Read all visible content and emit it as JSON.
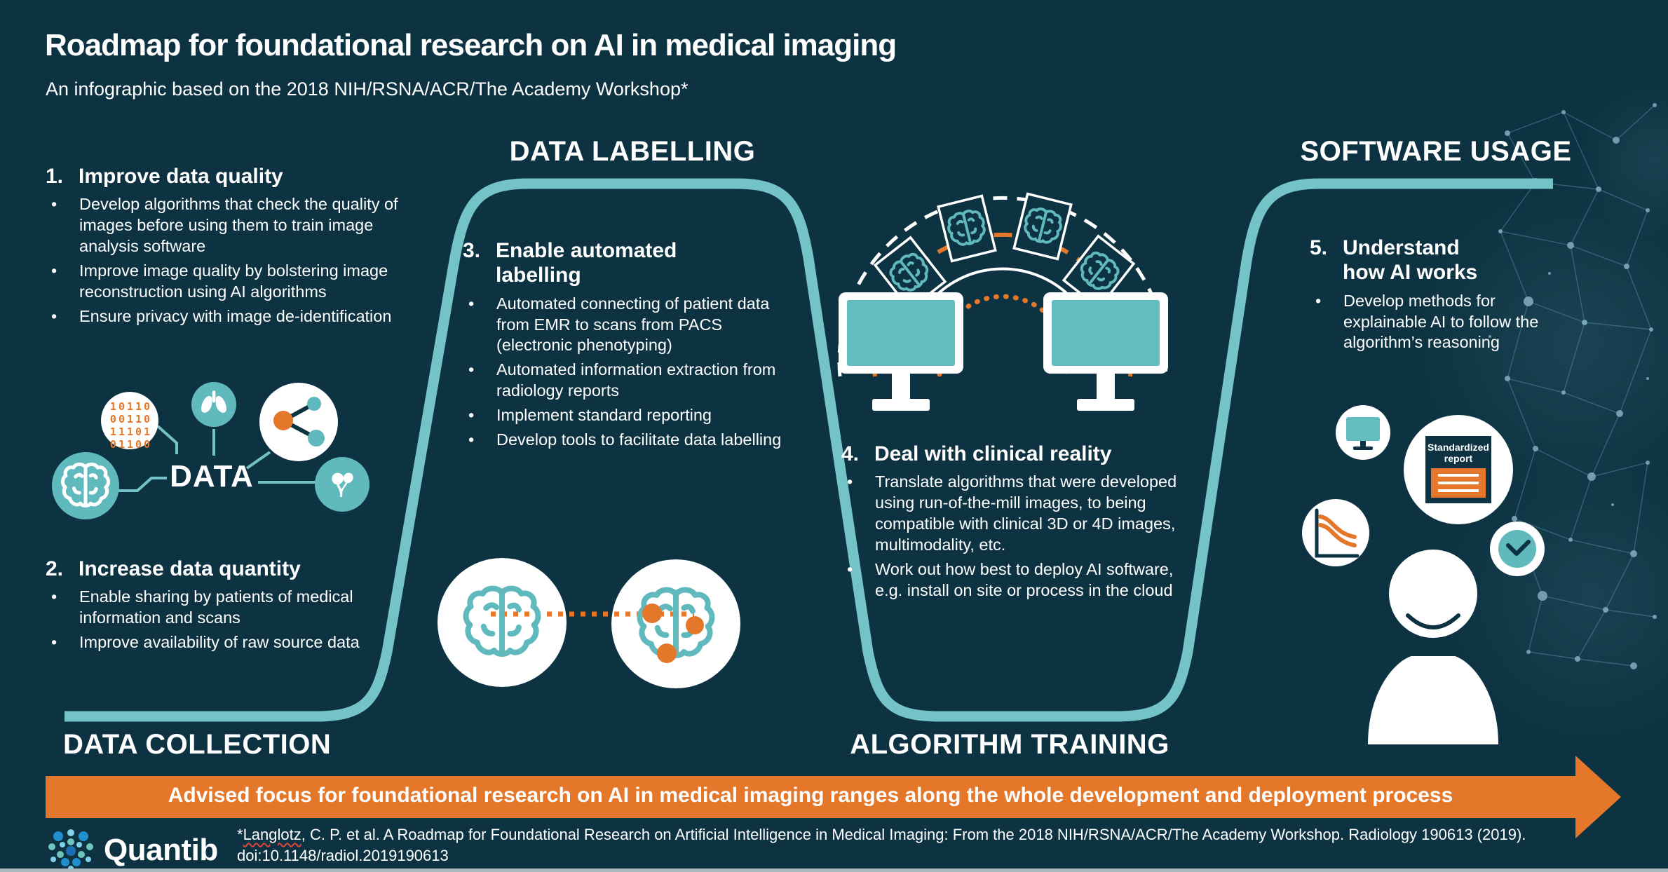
{
  "header": {
    "title": "Roadmap for foundational research on AI in medical imaging",
    "subtitle": "An infographic based on the 2018 NIH/RSNA/ACR/The Academy Workshop*"
  },
  "phases": {
    "data_collection": "DATA COLLECTION",
    "data_labelling": "DATA LABELLING",
    "algorithm_training": "ALGORITHM TRAINING",
    "software_usage": "SOFTWARE USAGE"
  },
  "sections": [
    {
      "num": "1.",
      "title": "Improve data quality",
      "bullets": [
        "Develop algorithms that check the quality of images before using them to train image analysis software",
        "Improve image quality by bolstering image reconstruction using AI algorithms",
        "Ensure privacy with image de-identification"
      ]
    },
    {
      "num": "2.",
      "title": "Increase data quantity",
      "bullets": [
        "Enable sharing by patients of medical information and scans",
        "Improve availability of raw source data"
      ]
    },
    {
      "num": "3.",
      "title": "Enable automated labelling",
      "bullets": [
        "Automated connecting of patient data from EMR to scans from PACS (electronic phenotyping)",
        "Automated information extraction from radiology reports",
        "Implement standard reporting",
        "Develop tools to facilitate data labelling"
      ]
    },
    {
      "num": "4.",
      "title": "Deal with clinical reality",
      "bullets": [
        "Translate algorithms that were developed using run-of-the-mill images, to being compatible with clinical 3D or 4D images, multimodality, etc.",
        "Work out how best to deploy AI software, e.g. install on site or process in the cloud"
      ]
    },
    {
      "num": "5.",
      "title": "Understand how AI works",
      "bullets": [
        "Develop methods for explainable AI to follow the algorithm’s reasoning"
      ]
    }
  ],
  "data_graphic": {
    "label": "DATA",
    "binary_rows": [
      "10110",
      "00110",
      "11101",
      "01100"
    ]
  },
  "report_card": {
    "line1": "Standardized",
    "line2": "report"
  },
  "arrow_banner": "Advised focus for foundational research on AI in medical imaging ranges along the whole development and deployment process",
  "footer": {
    "brand": "Quantib",
    "citation_prefix": "*",
    "citation_author": "Langlotz",
    "citation_rest": ", C. P. et al. A Roadmap for Foundational Research on Artificial Intelligence in Medical Imaging: From the 2018 NIH/RSNA/ACR/The Academy Workshop. Radiology 190613 (2019).",
    "citation_line2": "doi:10.1148/radiol.2019190613"
  },
  "colors": {
    "background": "#0d3342",
    "road_teal": "#74c3c6",
    "icon_teal": "#5fb9bd",
    "orange": "#e5772b",
    "white": "#ffffff"
  }
}
